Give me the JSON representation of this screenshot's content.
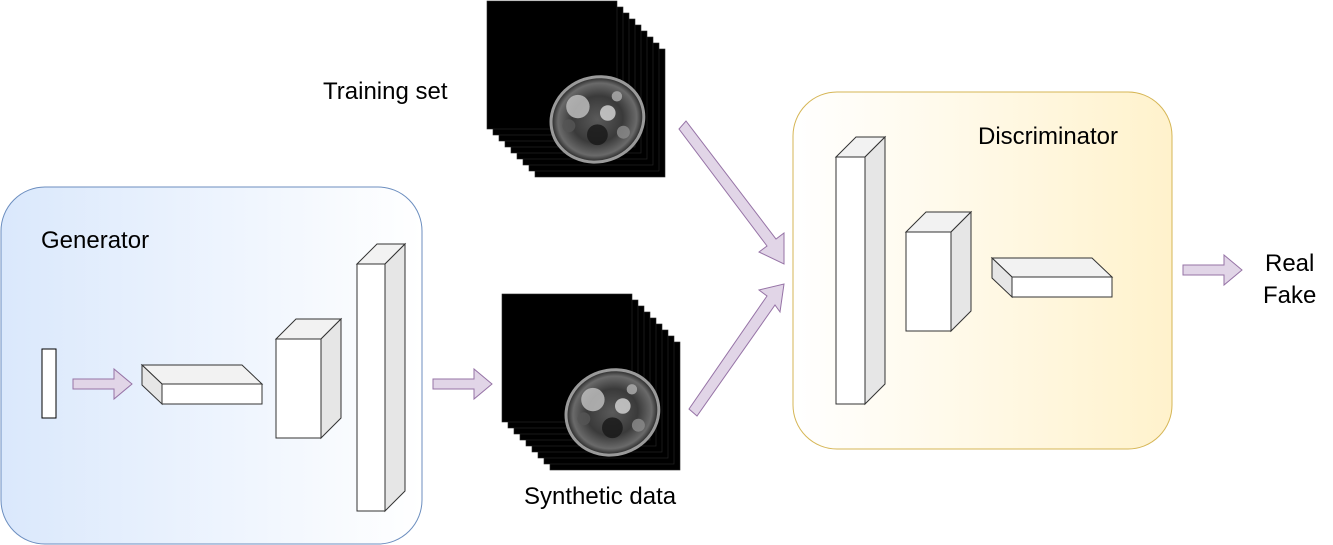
{
  "labels": {
    "training_set": "Training set",
    "synthetic_data": "Synthetic data",
    "generator": "Generator",
    "discriminator": "Discriminator",
    "real": "Real",
    "fake": "Fake"
  },
  "colors": {
    "generator_fill_start": "#dae8fc",
    "generator_stroke": "#6c8ebf",
    "discriminator_fill_end": "#fff2cc",
    "discriminator_stroke": "#d6b656",
    "arrow_fill": "#e1d5e7",
    "arrow_stroke": "#9673a6"
  }
}
